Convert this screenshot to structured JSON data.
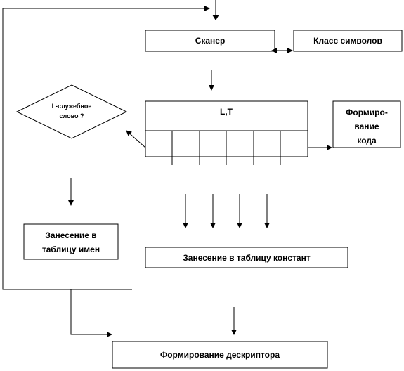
{
  "nodes": {
    "scanner": "Сканер",
    "char_class": "Класс символов",
    "lt": "L,T",
    "code_form": [
      "Формиро-",
      "вание",
      "кода"
    ],
    "decision": [
      "L-служебное",
      "слово ?"
    ],
    "names_table": [
      "Занесение в",
      "таблицу имен"
    ],
    "const_table": "Занесение в таблицу констант",
    "descriptor": "Формирование дескриптора"
  },
  "colors": {
    "stroke": "#000000",
    "background": "#ffffff"
  }
}
